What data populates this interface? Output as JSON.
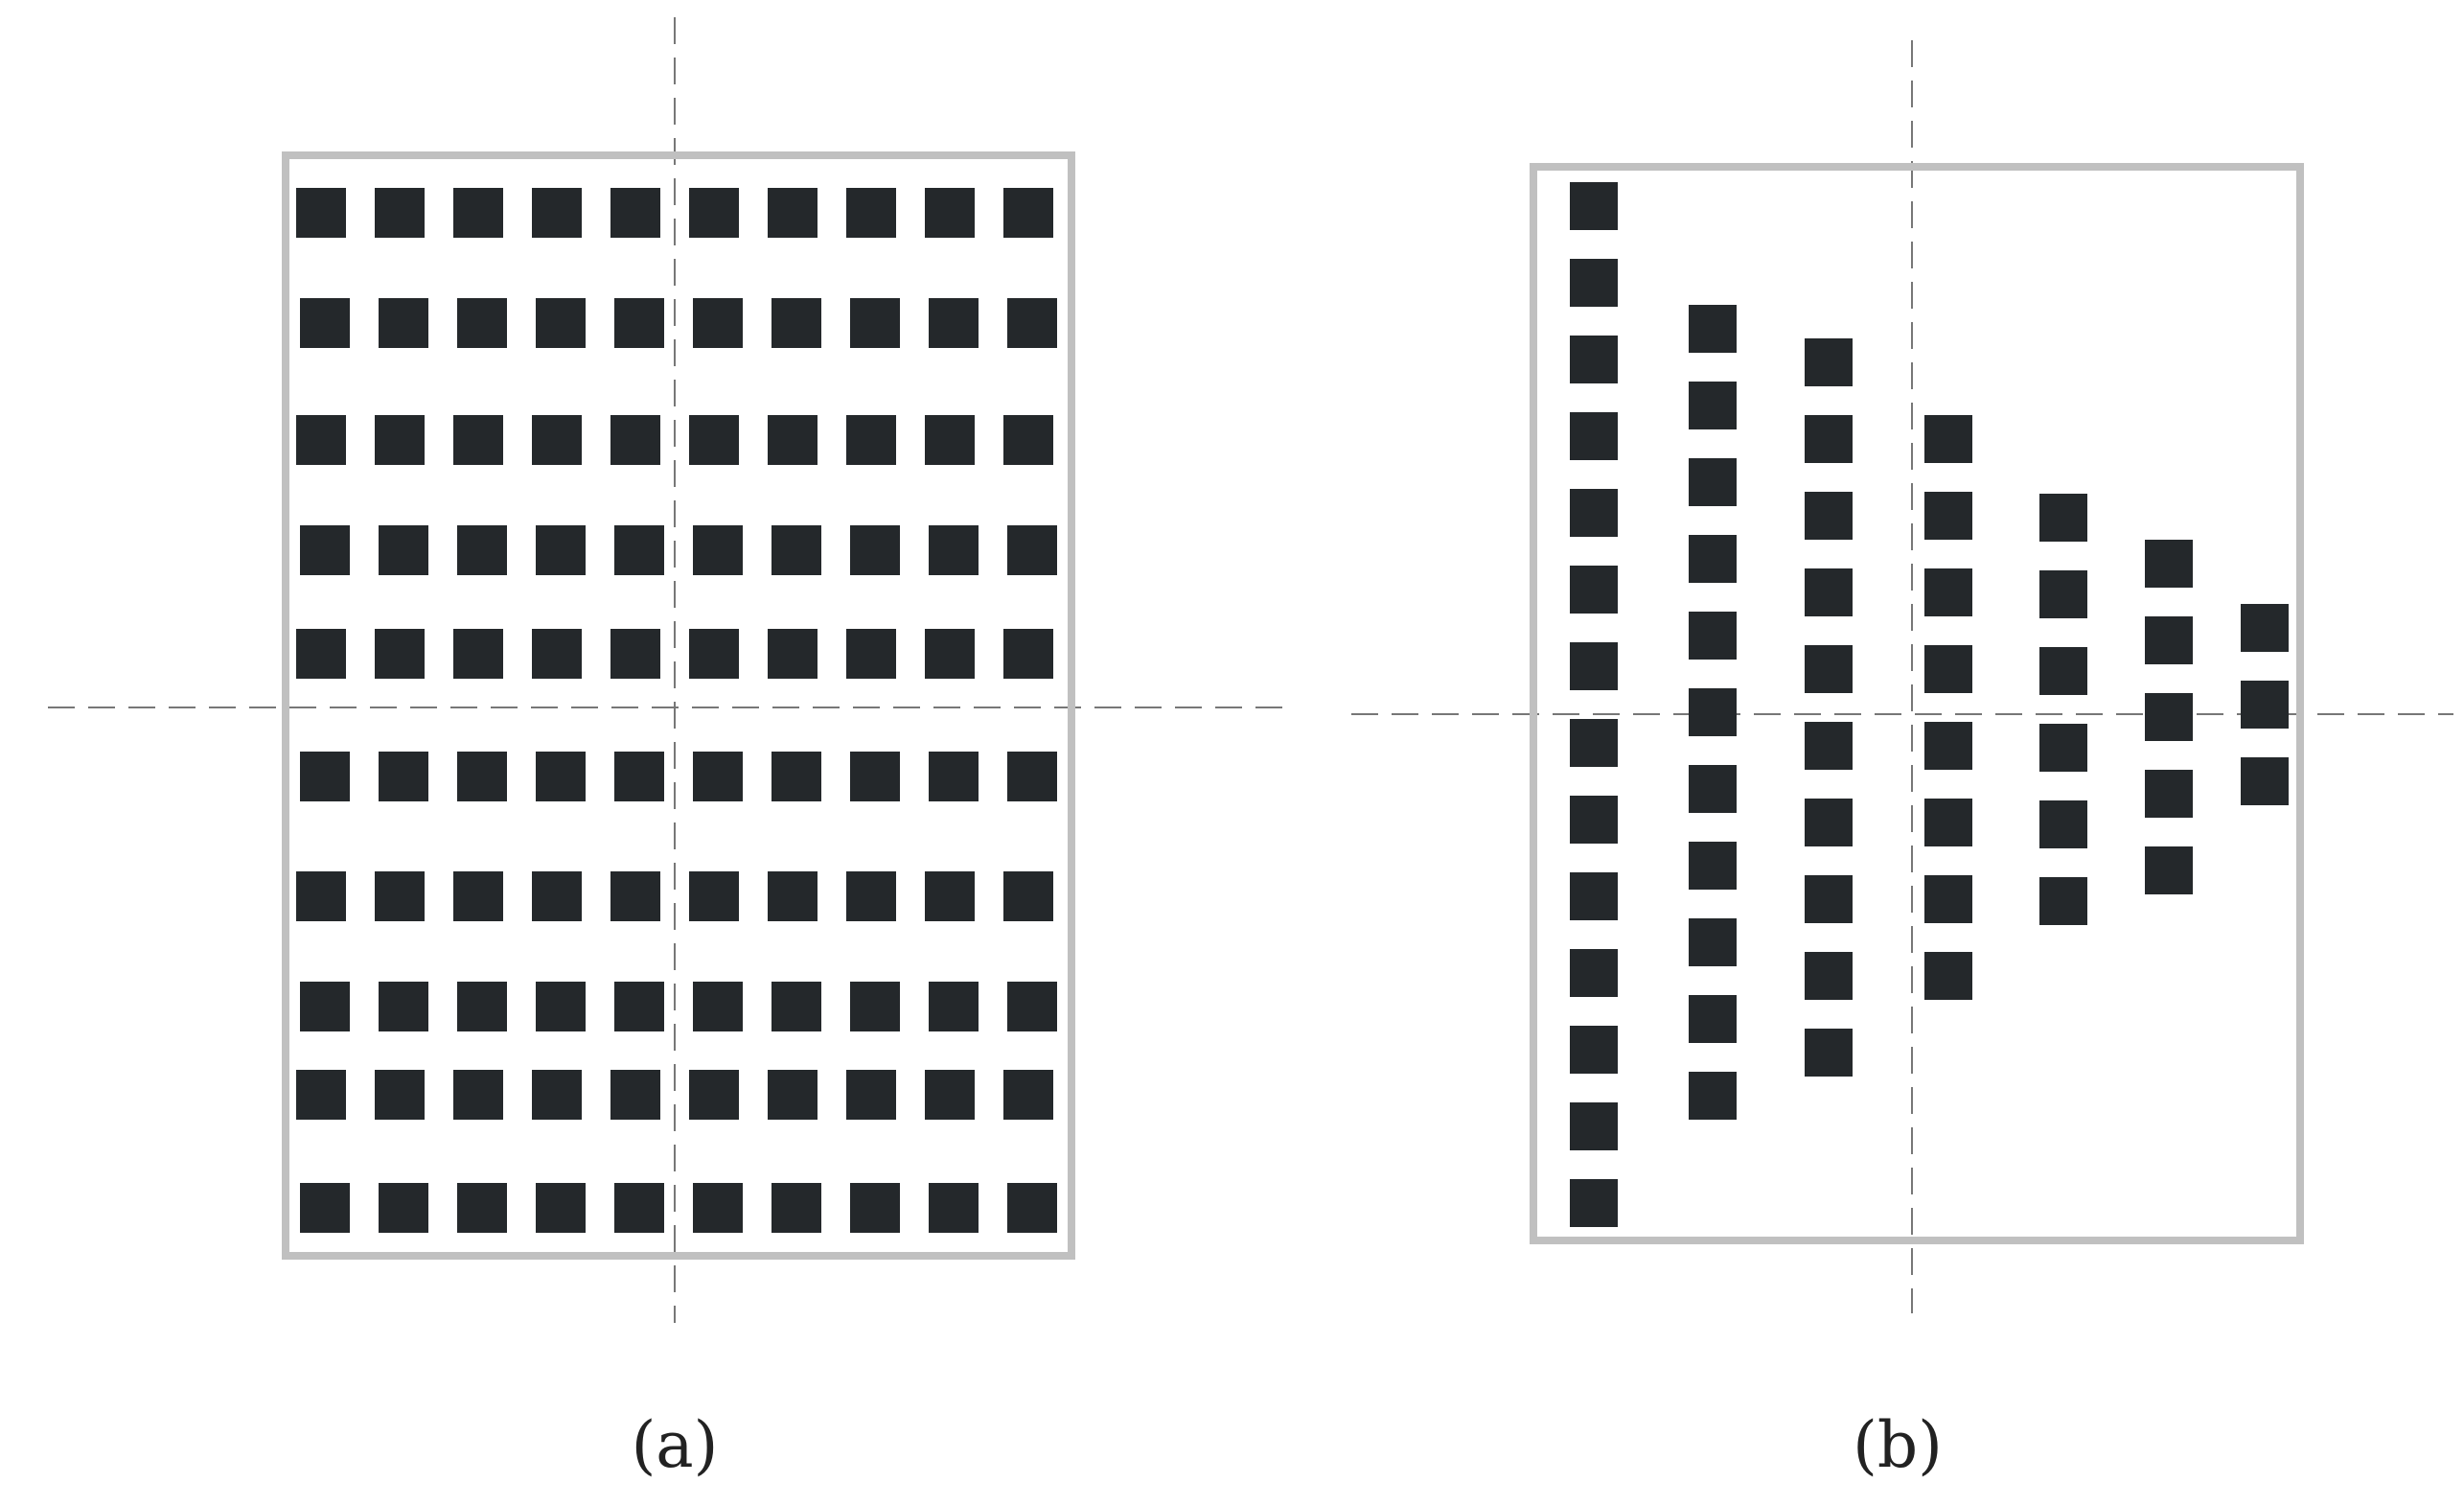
{
  "figure": {
    "panels": [
      {
        "id": "a",
        "caption": "(a)",
        "arrangement": "full-rectangular-grid",
        "rows": 10,
        "columns": 10,
        "element_color": "#24282b",
        "frame_color": "#c0c0c0"
      },
      {
        "id": "b",
        "caption": "(b)",
        "arrangement": "tapered-columns",
        "column_counts": [
          14,
          11,
          10,
          8,
          6,
          5,
          3
        ],
        "element_color": "#24282b",
        "frame_color": "#c0c0c0"
      }
    ]
  }
}
